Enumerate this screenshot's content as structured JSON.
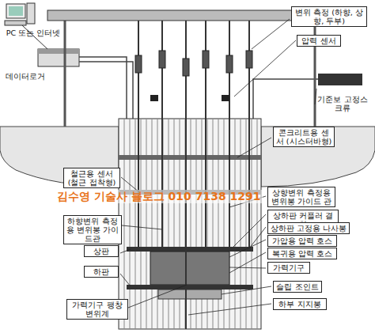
{
  "diagram": {
    "nodes": [
      {
        "text": [
          "변위 측정 (하향, 상향, 두부)"
        ]
      },
      {
        "text": [
          "압력 센서"
        ]
      },
      {
        "text": [
          "콘크리트용 센서 (시스터바형)"
        ]
      },
      {
        "text": [
          "철근용 센서 (철근 접착형)"
        ]
      },
      {
        "text": [
          "상향변위 측정용 변위봉 가이드 관"
        ]
      },
      {
        "text": [
          "상하판 커플러 결합"
        ]
      },
      {
        "text": [
          "하향변위 측정용 변위봉 가이드관"
        ]
      },
      {
        "text": [
          "상하판 고정용 나사봉"
        ]
      },
      {
        "text": [
          "가압용 압력 호스"
        ]
      },
      {
        "text": [
          "상판"
        ]
      },
      {
        "text": [
          "복귀용 압력 호스"
        ]
      },
      {
        "text": [
          "가력기구"
        ]
      },
      {
        "text": [
          "하판"
        ]
      },
      {
        "text": [
          "슬립 조인트"
        ]
      },
      {
        "text": [
          "가력기구 팽창 변위계"
        ]
      },
      {
        "text": [
          "하부 지지봉"
        ]
      }
    ],
    "labels": [
      "PC 또는 인터넷",
      "데이터로거",
      "기준보 고정스크류",
      "김수영 기술사 블로그 010 7138 1291"
    ]
  }
}
